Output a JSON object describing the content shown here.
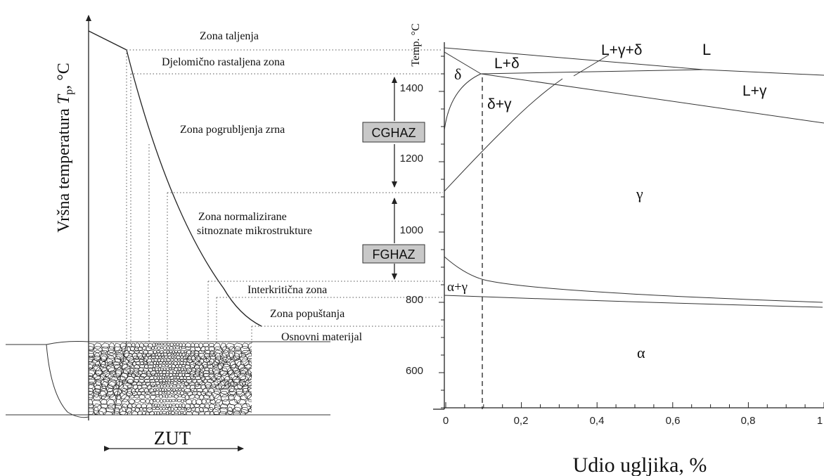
{
  "left": {
    "y_axis_label_prefix": "Vršna temperatura ",
    "y_axis_label_var": "T",
    "y_axis_label_sub": "p",
    "y_axis_label_suffix": ", °C",
    "zones": [
      "Zona taljenja",
      "Djelomično rastaljena zona",
      "Zona pogrubljenja zrna",
      "Zona normalizirane",
      "sitnoznate mikrostrukture",
      "Interkritična zona",
      "Zona popuštanja",
      "Osnovni materijal"
    ],
    "zut_label": "ZUT"
  },
  "badges": {
    "cghaz": "CGHAZ",
    "fghaz": "FGHAZ",
    "fill_color": "#c8c8c8"
  },
  "right": {
    "y_axis_title": "Temp. °C",
    "x_axis_title": "Udio ugljika, %",
    "y_ticks": [
      "1400",
      "1200",
      "1000",
      "800",
      "600"
    ],
    "x_ticks": [
      "0",
      "0,2",
      "0,4",
      "0,6",
      "0,8",
      "1"
    ],
    "phases": {
      "delta": "δ",
      "l_delta": "L+δ",
      "l_gamma_delta": "L+γ+δ",
      "l": "L",
      "l_gamma": "L+γ",
      "delta_gamma": "δ+γ",
      "gamma": "γ",
      "alpha_gamma": "α+γ",
      "alpha": "α"
    }
  }
}
